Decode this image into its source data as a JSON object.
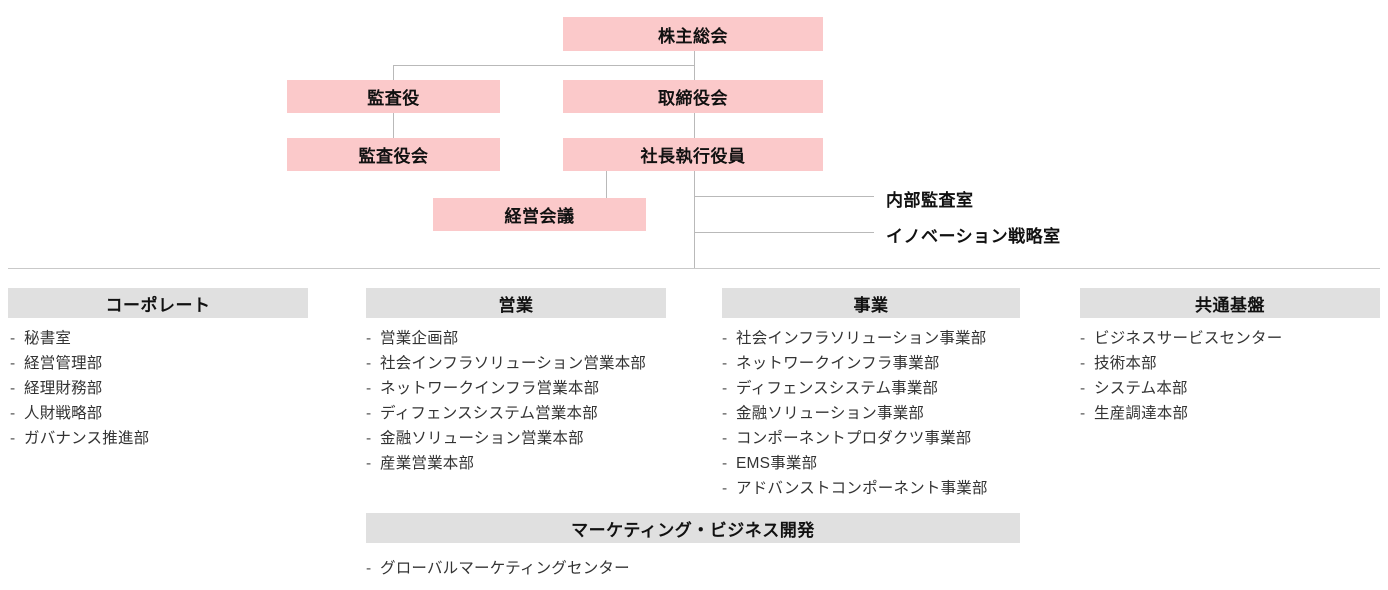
{
  "diagram": {
    "title_hidden": "",
    "colors": {
      "pink_box": "#fbc9ca",
      "grey_header": "#e0e0e0",
      "connector_line": "#b9b9b9",
      "divider_line": "#c9c9c9",
      "text": "#111111",
      "list_text": "#333333",
      "background": "#ffffff"
    },
    "governance_boxes": [
      {
        "id": "shareholders-meeting",
        "label": "株主総会"
      },
      {
        "id": "auditor",
        "label": "監査役"
      },
      {
        "id": "board-of-directors",
        "label": "取締役会"
      },
      {
        "id": "board-of-auditors",
        "label": "監査役会"
      },
      {
        "id": "president-executive-officer",
        "label": "社長執行役員"
      },
      {
        "id": "management-meeting",
        "label": "経営会議"
      }
    ],
    "staff_offices": [
      {
        "id": "internal-audit-office",
        "label": "内部監査室"
      },
      {
        "id": "innovation-strategy-office",
        "label": "イノベーション戦略室"
      }
    ],
    "columns": [
      {
        "id": "corporate",
        "header": "コーポレート",
        "items": [
          "秘書室",
          "経営管理部",
          "経理財務部",
          "人財戦略部",
          "ガバナンス推進部"
        ]
      },
      {
        "id": "sales",
        "header": "営業",
        "items": [
          "営業企画部",
          "社会インフラソリューション営業本部",
          "ネットワークインフラ営業本部",
          "ディフェンスシステム営業本部",
          "金融ソリューション営業本部",
          "産業営業本部"
        ]
      },
      {
        "id": "business",
        "header": "事業",
        "items": [
          "社会インフラソリューション事業部",
          "ネットワークインフラ事業部",
          "ディフェンスシステム事業部",
          "金融ソリューション事業部",
          "コンポーネントプロダクツ事業部",
          "EMS事業部",
          "アドバンストコンポーネント事業部"
        ]
      },
      {
        "id": "common-platform",
        "header": "共通基盤",
        "items": [
          "ビジネスサービスセンター",
          "技術本部",
          "システム本部",
          "生産調達本部"
        ]
      }
    ],
    "bottom_section": {
      "id": "marketing-business-development",
      "header": "マーケティング・ビジネス開発",
      "items": [
        "グローバルマーケティングセンター"
      ]
    },
    "bullet": "-"
  }
}
